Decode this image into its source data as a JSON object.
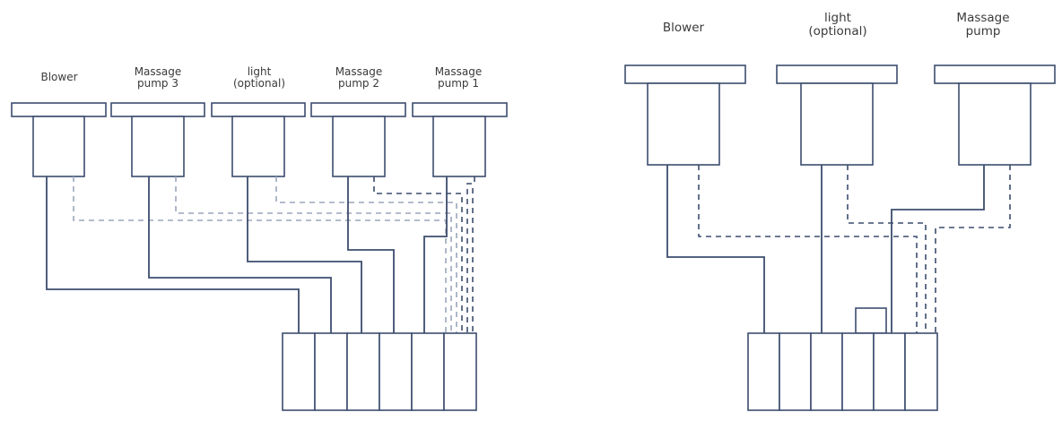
{
  "left_diagram": {
    "labels": [
      {
        "id": "blower",
        "lines": [
          "Blower",
          ""
        ]
      },
      {
        "id": "pump3",
        "lines": [
          "Massage",
          "pump 3"
        ]
      },
      {
        "id": "light",
        "lines": [
          "light",
          "(optional)"
        ]
      },
      {
        "id": "pump2",
        "lines": [
          "Massage",
          "pump 2"
        ]
      },
      {
        "id": "pump1",
        "lines": [
          "Massage",
          "pump 1"
        ]
      }
    ],
    "control_box_slots": 6
  },
  "right_diagram": {
    "labels": [
      {
        "id": "blower",
        "lines": [
          "Blower",
          ""
        ]
      },
      {
        "id": "light",
        "lines": [
          "light",
          "(optional)"
        ]
      },
      {
        "id": "pump",
        "lines": [
          "Massage",
          "pump"
        ]
      }
    ],
    "control_box_slots": 6
  },
  "colors": {
    "line": "#3c4d6e",
    "line_light": "#9aa6bb",
    "text": "#3a3a3a"
  }
}
